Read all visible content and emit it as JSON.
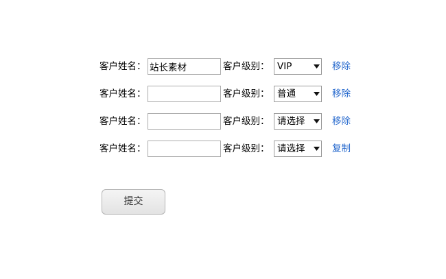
{
  "form": {
    "name_label": "客户姓名：",
    "level_label": "客户级别：",
    "name_placeholder": "",
    "rows": [
      {
        "name_value": "站长素材",
        "level_value": "VIP",
        "action_label": "移除",
        "action_kind": "remove"
      },
      {
        "name_value": "",
        "level_value": "普通",
        "action_label": "移除",
        "action_kind": "remove"
      },
      {
        "name_value": "",
        "level_value": "请选择",
        "action_label": "移除",
        "action_kind": "remove"
      },
      {
        "name_value": "",
        "level_value": "请选择",
        "action_label": "复制",
        "action_kind": "copy"
      }
    ],
    "submit_label": "提交"
  },
  "colors": {
    "link": "#2266cc",
    "input_border": "#a9a9a9",
    "select_border": "#9a9a9a",
    "button_border": "#b4b4b4",
    "page_background": "#ffffff",
    "text": "#000000"
  },
  "icons": {
    "dropdown_arrow": "chevron-down-icon"
  }
}
